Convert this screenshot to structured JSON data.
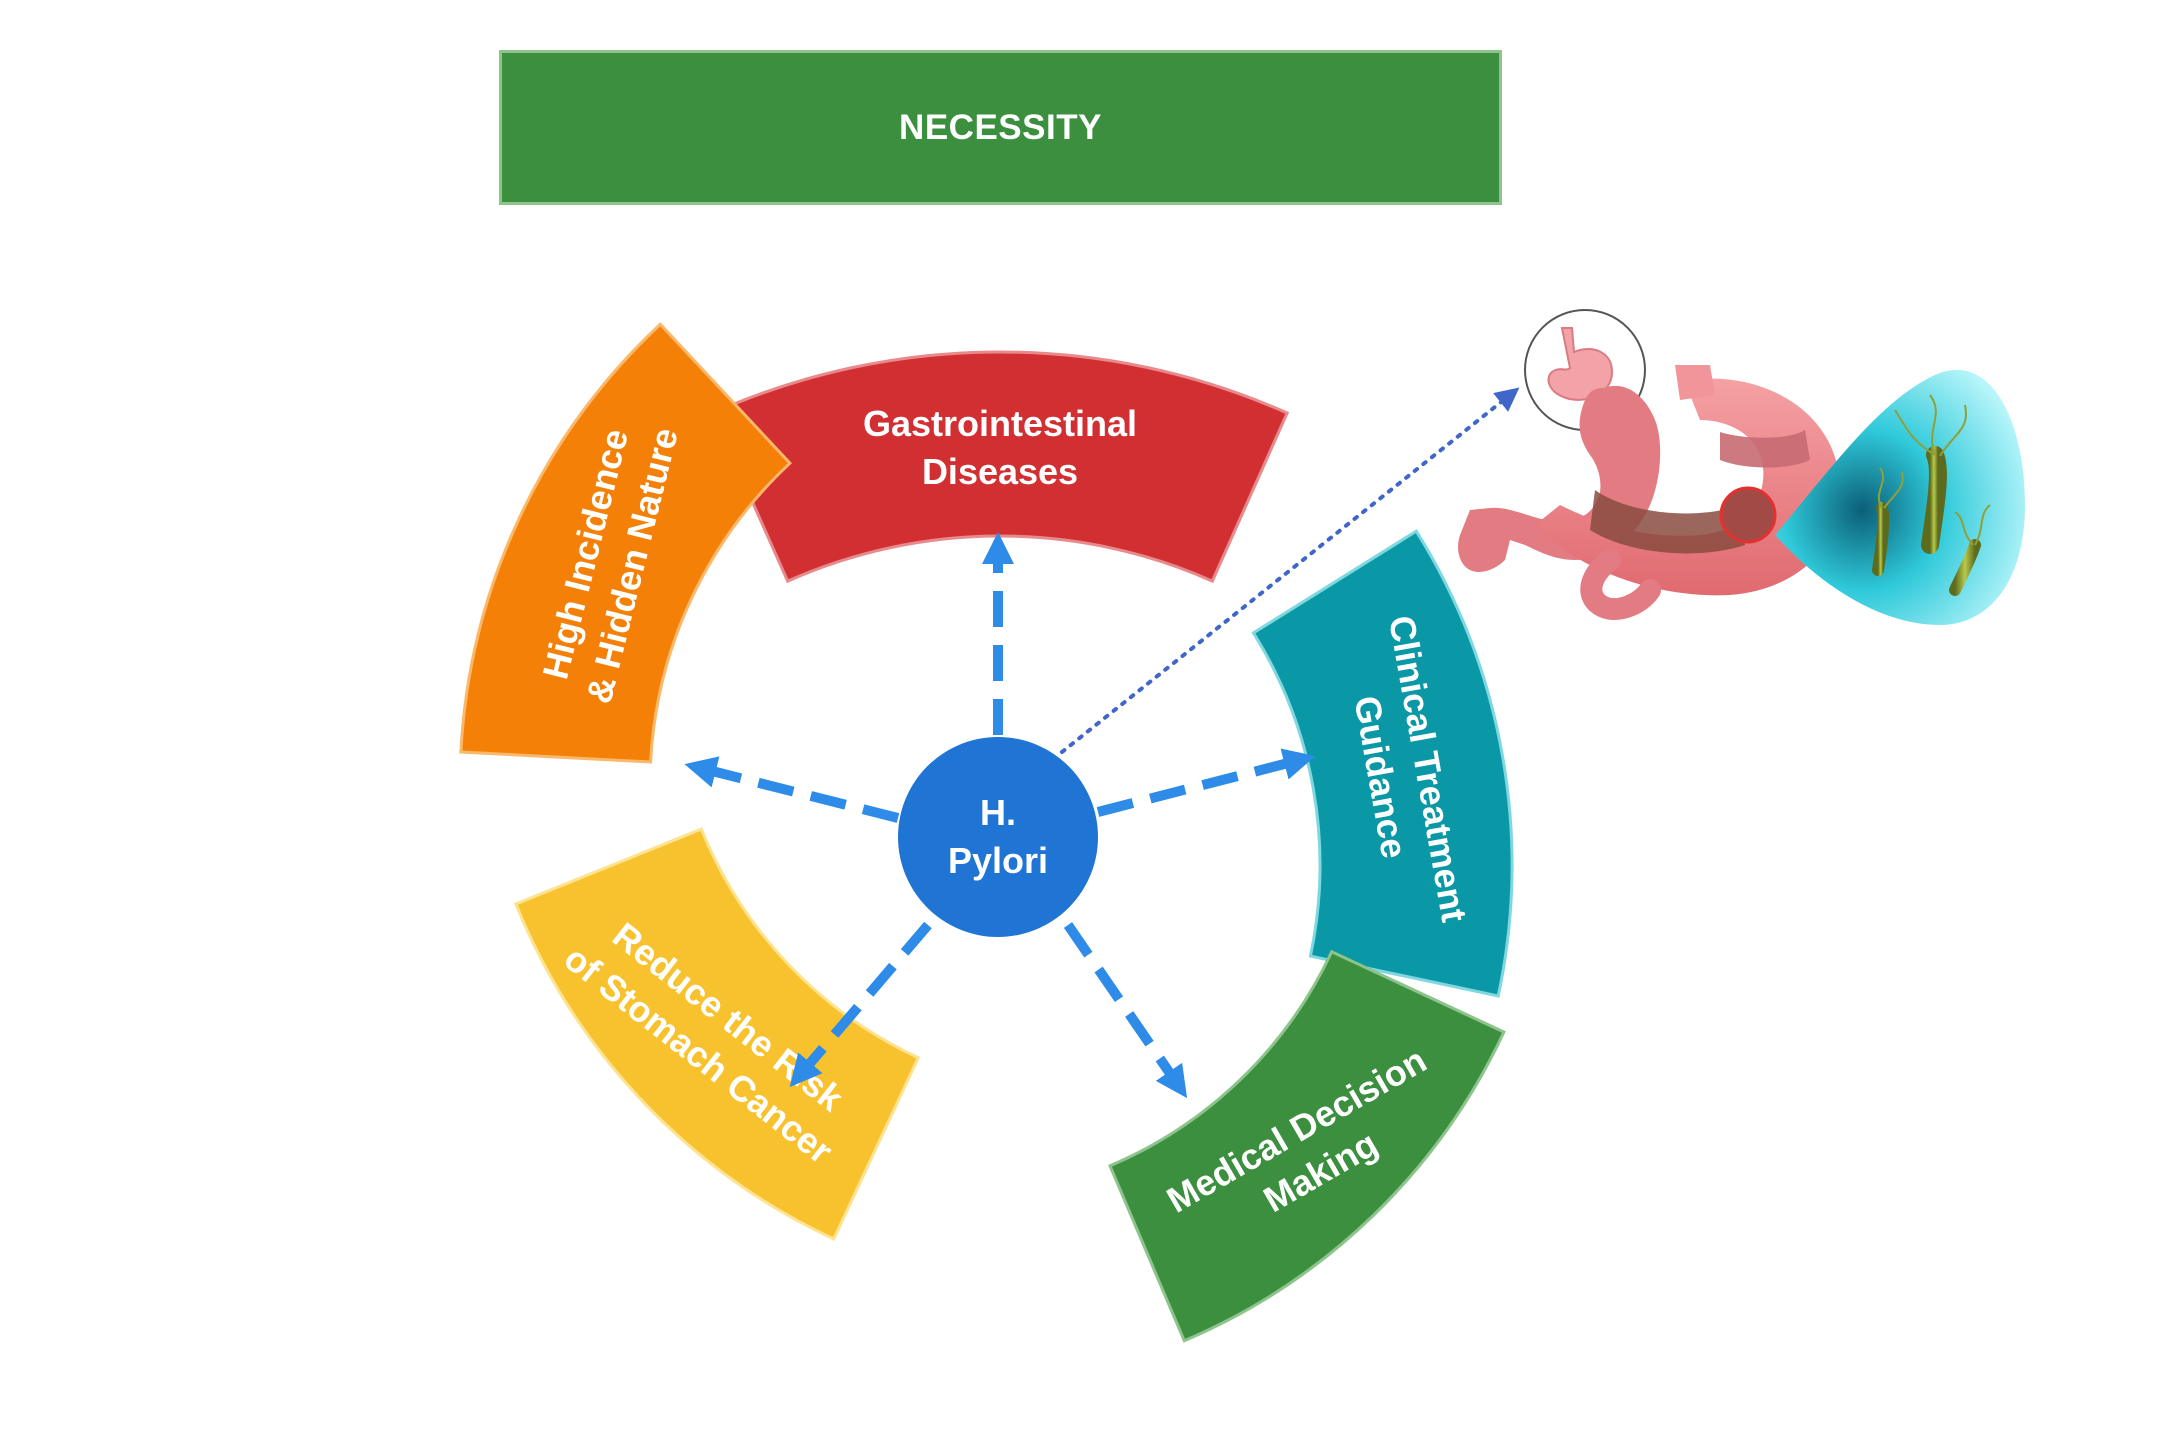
{
  "banner": {
    "title": "NECESSITY"
  },
  "hub": {
    "line1": "H.",
    "line2": "Pylori",
    "color": "#1f74d4"
  },
  "segments": [
    {
      "id": "gastro",
      "line1": "Gastrointestinal",
      "line2": "Diseases",
      "color": "#d22f33",
      "border": "#e88a8c"
    },
    {
      "id": "clinical",
      "line1": "Clinical Treatment",
      "line2": "Guidance",
      "color": "#0a98a6",
      "border": "#7fd7e0"
    },
    {
      "id": "medical",
      "line1": "Medical Decision",
      "line2": "Making",
      "color": "#3b8f3e",
      "border": "#8cc48c"
    },
    {
      "id": "reduce",
      "line1": "Reduce the Risk",
      "line2": "of Stomach Cancer",
      "color": "#f8c22e",
      "border": "#fde38f"
    },
    {
      "id": "incidence",
      "line1": "High Incidence",
      "line2": "& Hidden Nature",
      "color": "#f48008",
      "border": "#f9b86a"
    }
  ],
  "colors": {
    "arrow": "#2e8ce8",
    "dotted": "#3f66c8"
  },
  "illustration": {
    "icons": [
      "stomach-icon",
      "stomach-illustration-icon",
      "bacteria-icon"
    ]
  }
}
